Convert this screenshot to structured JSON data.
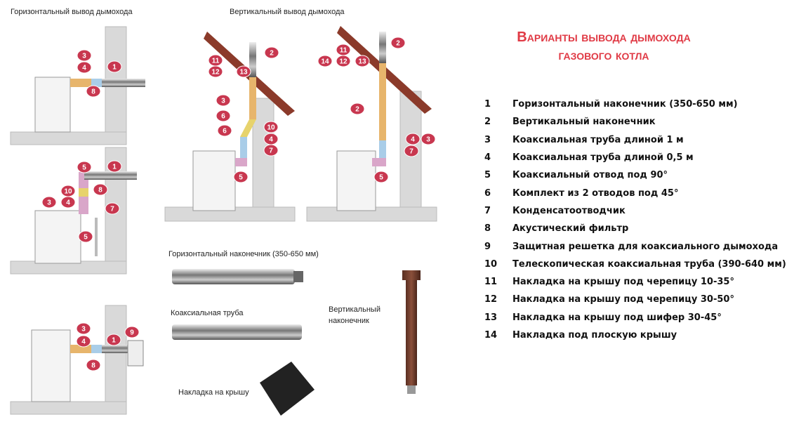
{
  "title": {
    "line1": "Варианты вывода дымохода",
    "line2": "газового котла"
  },
  "captions": {
    "horizontal": "Горизонтальный вывод дымохода",
    "vertical": "Вертикальный вывод дымохода",
    "horizontal_tip": "Горизонтальный наконечник (350-650 мм)",
    "coax_pipe": "Коаксиальная труба",
    "roof_plate": "Накладка на крышу",
    "vertical_tip_1": "Вертикальный",
    "vertical_tip_2": "наконечник"
  },
  "badges": {
    "d1": [
      "3",
      "4",
      "1",
      "8"
    ],
    "d2": [
      "5",
      "1",
      "10",
      "8",
      "3",
      "4",
      "7",
      "5"
    ],
    "d3": [
      "3",
      "4",
      "1",
      "9",
      "8"
    ],
    "d4": [
      "11",
      "12",
      "13",
      "2",
      "3",
      "6",
      "10",
      "6",
      "4",
      "7",
      "5"
    ],
    "d5": [
      "11",
      "14",
      "12",
      "13",
      "2",
      "2",
      "4",
      "3",
      "7",
      "5"
    ]
  },
  "legend": [
    {
      "n": "1",
      "t": "Горизонтальный наконечник (350-650 мм)"
    },
    {
      "n": "2",
      "t": "Вертикальный наконечник"
    },
    {
      "n": "3",
      "t": "Коаксиальная труба длиной 1 м"
    },
    {
      "n": "4",
      "t": "Коаксиальная труба длиной 0,5 м"
    },
    {
      "n": "5",
      "t": "Коаксиальный отвод под 90°"
    },
    {
      "n": "6",
      "t": "Комплект из 2 отводов под 45°"
    },
    {
      "n": "7",
      "t": "Конденсатоотводчик"
    },
    {
      "n": "8",
      "t": "Акустический фильтр"
    },
    {
      "n": "9",
      "t": "Защитная решетка для коаксиального дымохода"
    },
    {
      "n": "10",
      "t": "Телескопическая коаксиальная труба (390-640 мм)"
    },
    {
      "n": "11",
      "t": "Накладка на крышу под черепицу 10-35°"
    },
    {
      "n": "12",
      "t": "Накладка на крышу под черепицу 30-50°"
    },
    {
      "n": "13",
      "t": "Накладка на крышу под шифер 30-45°"
    },
    {
      "n": "14",
      "t": "Накладка под плоскую крышу"
    }
  ],
  "colors": {
    "title": "#e03a45",
    "badge": "#c8374f",
    "wall": "#d9d9d9",
    "roof": "#8b3a2a"
  }
}
